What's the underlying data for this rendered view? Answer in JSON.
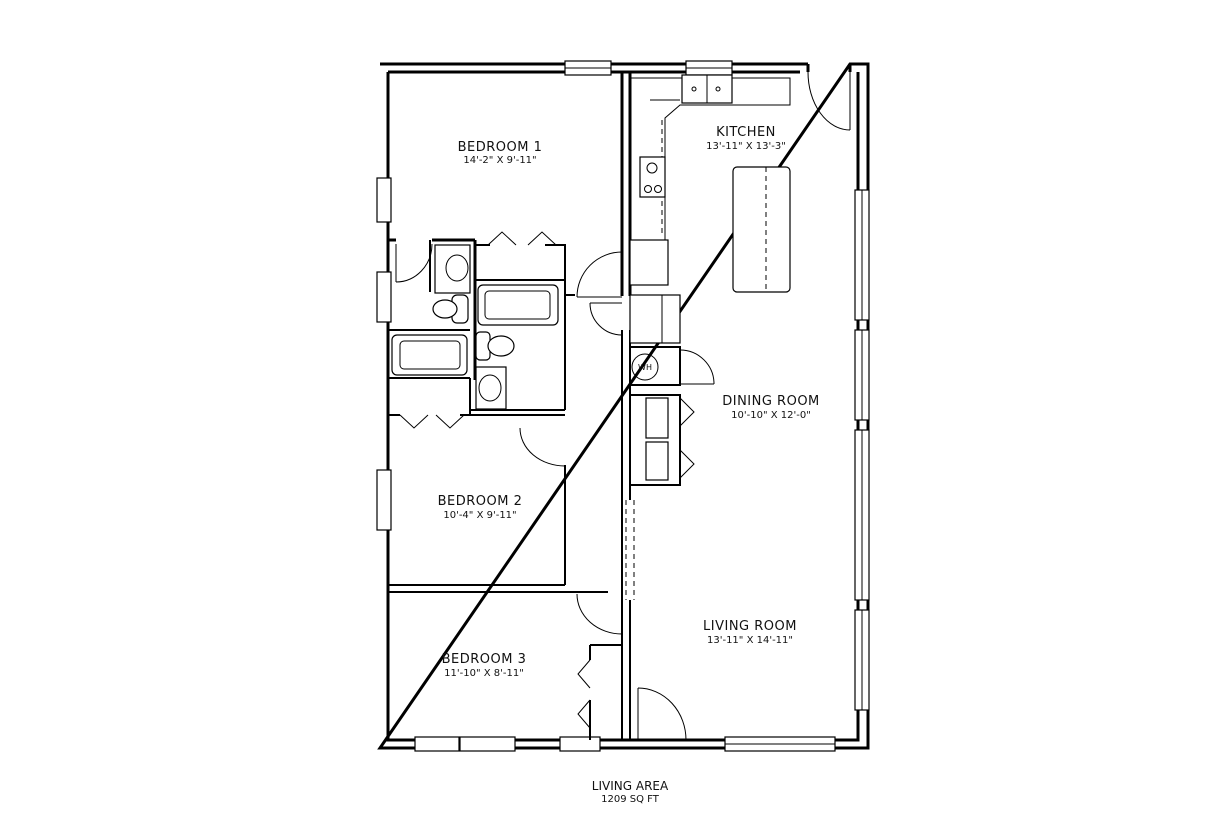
{
  "rooms": {
    "bedroom1": {
      "name": "BEDROOM 1",
      "dims": "14'-2\" X 9'-11\""
    },
    "kitchen": {
      "name": "KITCHEN",
      "dims": "13'-11\" X 13'-3\""
    },
    "dining": {
      "name": "DINING ROOM",
      "dims": "10'-10\" X 12'-0\""
    },
    "bedroom2": {
      "name": "BEDROOM 2",
      "dims": "10'-4\" X 9'-11\""
    },
    "living": {
      "name": "LIVING ROOM",
      "dims": "13'-11\" X 14'-11\""
    },
    "bedroom3": {
      "name": "BEDROOM 3",
      "dims": "11'-10\" X 8'-11\""
    }
  },
  "fixtures": {
    "water_heater": "WH"
  },
  "caption": {
    "title": "LIVING AREA",
    "area": "1209 SQ FT"
  }
}
